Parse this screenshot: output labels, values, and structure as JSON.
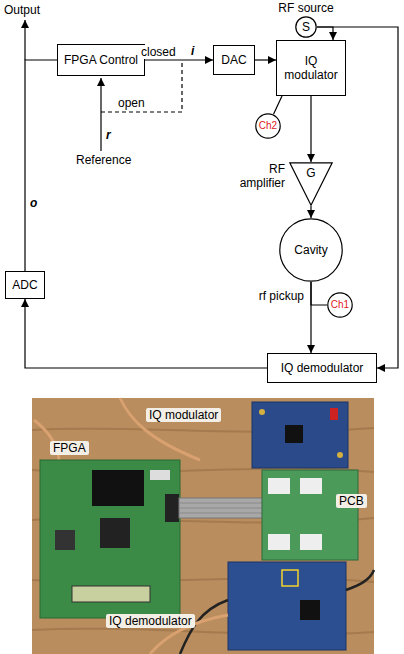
{
  "diagram": {
    "nodes": [
      {
        "text": [
          "RF source",
          "S"
        ]
      },
      {
        "text": [
          "FPGA Control"
        ]
      },
      {
        "text": [
          "DAC"
        ]
      },
      {
        "text": [
          "IQ modulator"
        ]
      },
      {
        "text": [
          "Ch2"
        ]
      },
      {
        "text": [
          "RF amplifier",
          "G"
        ]
      },
      {
        "text": [
          "Cavity"
        ]
      },
      {
        "text": [
          "Ch1"
        ]
      },
      {
        "text": [
          "IQ demodulator"
        ]
      },
      {
        "text": [
          "ADC"
        ]
      }
    ],
    "edges": [
      {
        "from": 1,
        "to": 2,
        "label": "closed",
        "arrow": "to"
      },
      {
        "from": 0,
        "to": 3,
        "arrow": "to"
      },
      {
        "from": 2,
        "to": 3,
        "arrow": "to"
      },
      {
        "from": 3,
        "to": 4,
        "arrow": "none"
      },
      {
        "from": 3,
        "to": 5,
        "arrow": "to"
      },
      {
        "from": 5,
        "to": 6,
        "arrow": "to"
      },
      {
        "from": 6,
        "to": 8,
        "label": "rf pickup",
        "arrow": "to"
      },
      {
        "from": 6,
        "to": 7,
        "arrow": "none"
      },
      {
        "from": 0,
        "to": 8,
        "arrow": "to"
      },
      {
        "from": 8,
        "to": 9,
        "arrow": "to"
      },
      {
        "from": 9,
        "to": 1,
        "arrow": "none"
      }
    ],
    "labels": [
      "Output",
      "o",
      "i",
      "open",
      "r",
      "Reference",
      "IQ modulator",
      "FPGA",
      "PCB",
      "IQ demodulator"
    ]
  }
}
